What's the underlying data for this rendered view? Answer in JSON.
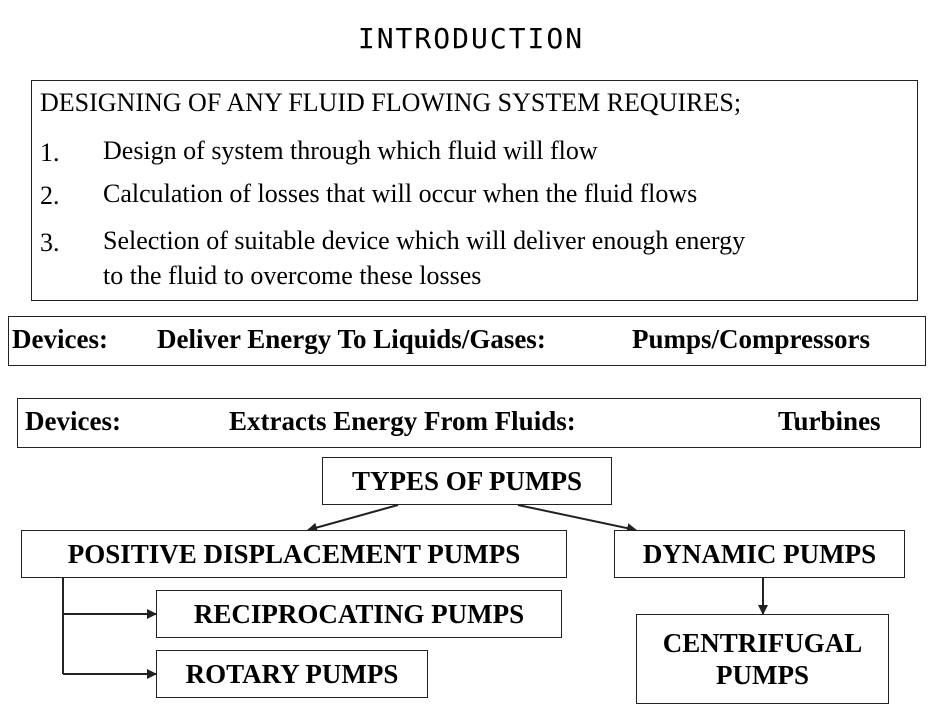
{
  "title": "INTRODUCTION",
  "requirements": {
    "heading": "DESIGNING OF ANY FLUID FLOWING SYSTEM REQUIRES;",
    "items": [
      {
        "num": "1.",
        "lines": [
          "Design of system through which fluid will flow"
        ]
      },
      {
        "num": "2.",
        "lines": [
          "Calculation of losses that will occur when the fluid flows"
        ]
      },
      {
        "num": "3.",
        "lines": [
          "Selection of suitable device which will deliver enough energy",
          "to the fluid to overcome these losses"
        ]
      }
    ]
  },
  "devices_deliver": {
    "label": "Devices:",
    "description": "Deliver Energy To Liquids/Gases:",
    "result": "Pumps/Compressors"
  },
  "devices_extract": {
    "label": "Devices:",
    "description": "Extracts Energy From Fluids:",
    "result": "Turbines"
  },
  "pump_tree": {
    "root": "TYPES OF PUMPS",
    "positive_displacement": "POSITIVE DISPLACEMENT PUMPS",
    "dynamic": "DYNAMIC PUMPS",
    "reciprocating": "RECIPROCATING PUMPS",
    "rotary": "ROTARY PUMPS",
    "centrifugal_lines": [
      "CENTRIFUGAL",
      "PUMPS"
    ]
  }
}
